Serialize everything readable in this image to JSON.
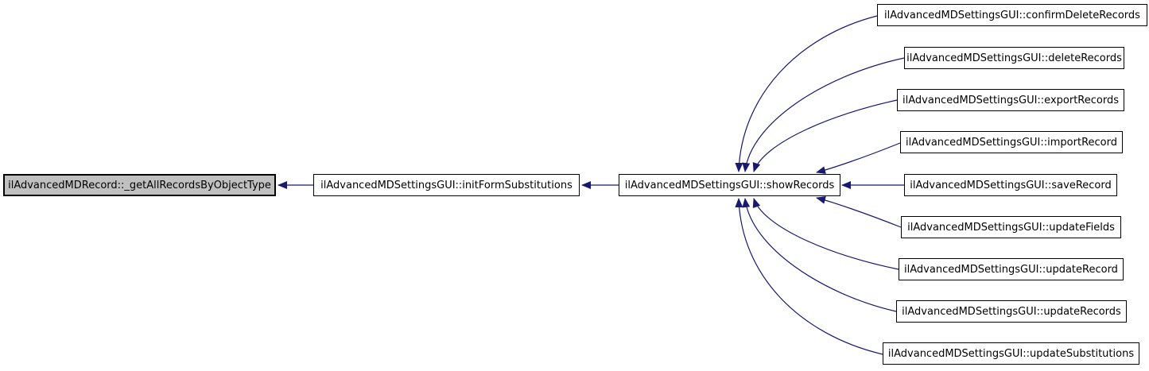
{
  "diagram_type": "doxygen-call-graph",
  "colors": {
    "edge": "#191970",
    "node_border": "#000000",
    "node_fill": "#ffffff",
    "highlight_fill": "#c0c0c0",
    "text": "#000000",
    "bg": "#ffffff"
  },
  "nodes": {
    "current": "ilAdvancedMDRecord::_getAllRecordsByObjectType",
    "init_form_substitutions": "ilAdvancedMDSettingsGUI::initFormSubstitutions",
    "show_records": "ilAdvancedMDSettingsGUI::showRecords"
  },
  "callers": [
    "ilAdvancedMDSettingsGUI::confirmDeleteRecords",
    "ilAdvancedMDSettingsGUI::deleteRecords",
    "ilAdvancedMDSettingsGUI::exportRecords",
    "ilAdvancedMDSettingsGUI::importRecord",
    "ilAdvancedMDSettingsGUI::saveRecord",
    "ilAdvancedMDSettingsGUI::updateFields",
    "ilAdvancedMDSettingsGUI::updateRecord",
    "ilAdvancedMDSettingsGUI::updateRecords",
    "ilAdvancedMDSettingsGUI::updateSubstitutions"
  ],
  "edges": [
    {
      "from": "ilAdvancedMDSettingsGUI::initFormSubstitutions",
      "to": "ilAdvancedMDRecord::_getAllRecordsByObjectType"
    },
    {
      "from": "ilAdvancedMDSettingsGUI::showRecords",
      "to": "ilAdvancedMDSettingsGUI::initFormSubstitutions"
    },
    {
      "from": "ilAdvancedMDSettingsGUI::confirmDeleteRecords",
      "to": "ilAdvancedMDSettingsGUI::showRecords"
    },
    {
      "from": "ilAdvancedMDSettingsGUI::deleteRecords",
      "to": "ilAdvancedMDSettingsGUI::showRecords"
    },
    {
      "from": "ilAdvancedMDSettingsGUI::exportRecords",
      "to": "ilAdvancedMDSettingsGUI::showRecords"
    },
    {
      "from": "ilAdvancedMDSettingsGUI::importRecord",
      "to": "ilAdvancedMDSettingsGUI::showRecords"
    },
    {
      "from": "ilAdvancedMDSettingsGUI::saveRecord",
      "to": "ilAdvancedMDSettingsGUI::showRecords"
    },
    {
      "from": "ilAdvancedMDSettingsGUI::updateFields",
      "to": "ilAdvancedMDSettingsGUI::showRecords"
    },
    {
      "from": "ilAdvancedMDSettingsGUI::updateRecord",
      "to": "ilAdvancedMDSettingsGUI::showRecords"
    },
    {
      "from": "ilAdvancedMDSettingsGUI::updateRecords",
      "to": "ilAdvancedMDSettingsGUI::showRecords"
    },
    {
      "from": "ilAdvancedMDSettingsGUI::updateSubstitutions",
      "to": "ilAdvancedMDSettingsGUI::showRecords"
    }
  ]
}
